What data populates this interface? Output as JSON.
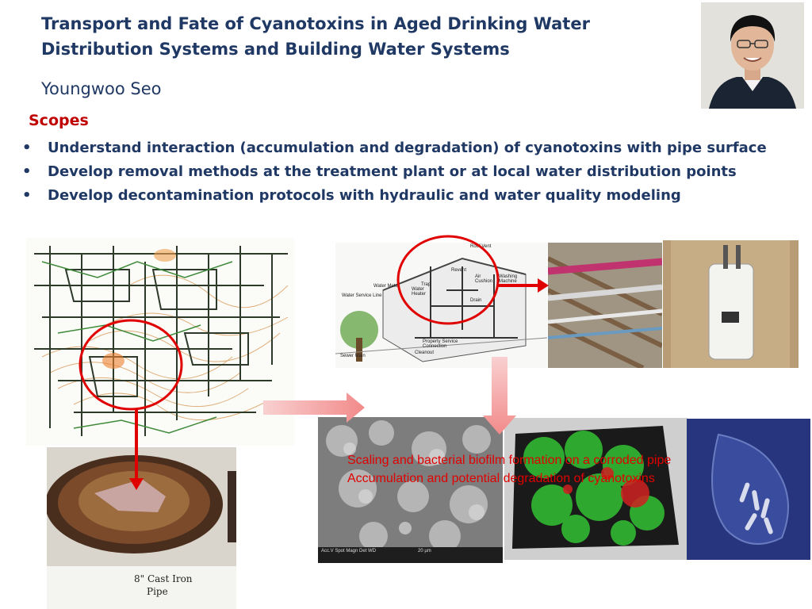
{
  "header": {
    "title_line1": "Transport and Fate of Cyanotoxins in Aged Drinking Water",
    "title_line2": "Distribution Systems and Building Water Systems",
    "author": "Youngwoo Seo"
  },
  "scopes": {
    "heading": "Scopes",
    "bullet_glyph": "•",
    "items": [
      "Understand interaction (accumulation and degradation)  of cyanotoxins with pipe surface",
      "Develop removal methods at the treatment plant or at local water distribution points",
      "Develop decontamination protocols with hydraulic and water quality modeling"
    ]
  },
  "figures": {
    "house_labels": {
      "roof_vent": "Roof Vent",
      "revent": "Revent",
      "trap": "Trap",
      "air_cushion": "Air Cushion",
      "washing_machine": "Washing Machine",
      "water_meter": "Water Meter",
      "water_heater": "Water Heater",
      "water_service_line": "Water Service Line",
      "drain": "Drain",
      "property_service": "Property Service Connection",
      "cleanout": "Cleanout",
      "sewer_main": "Sewer Main"
    },
    "pipe_label_line1": "8\" Cast Iron",
    "pipe_label_line2": "Pipe",
    "sem_scale": "20 µm",
    "sem_footer": "Acc.V  Spot  Magn  Det  WD"
  },
  "caption": {
    "line1": "Scaling and bacterial biofilm formation on a corroded pipe",
    "line2": "Accumulation and potential degradation  of cyanotoxins"
  },
  "colors": {
    "title": "#1f3864",
    "scopes_heading": "#c00000",
    "arrow_red": "#e00000",
    "arrow_pink": "#f4a0a0",
    "biofilm_green": "#2fa82f"
  }
}
